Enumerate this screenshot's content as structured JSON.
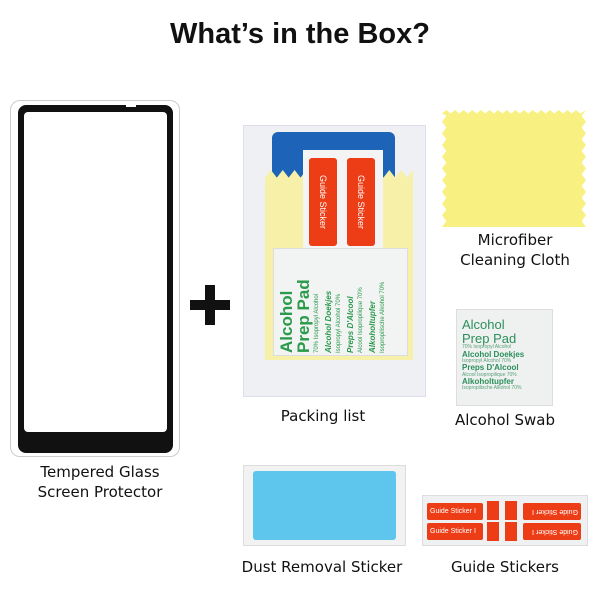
{
  "title": "What’s in the Box?",
  "items": {
    "screen_protector": {
      "label_line1": "Tempered Glass",
      "label_line2": "Screen Protector"
    },
    "packing_list": {
      "label": "Packing list",
      "guide_sticker_text": "Guide Sticker",
      "pad_lines": [
        "Alcohol",
        "Prep Pad",
        "70% Isopropyl Alcohol",
        "Alcohol Doekjes",
        "Isopropyl Alcohol 70%",
        "Preps D'Alcool",
        "Alcool Isopropilique 70%",
        "Alkoholtupfer",
        "Isopropilische Alkohol 70%"
      ]
    },
    "cloth": {
      "label_line1": "Microfiber",
      "label_line2": "Cleaning Cloth"
    },
    "alcohol_swab": {
      "label": "Alcohol Swab",
      "pad_lines": [
        "Alcohol",
        "Prep Pad",
        "70% Isopropyl Alcohol",
        "Alcohol Doekjes",
        "Isopropyl Alcohol 70%",
        "Preps D'Alcool",
        "Alcool Isopropilique 70%",
        "Alkoholtupfer",
        "Isopropilische Alkohol 70%"
      ]
    },
    "dust_sticker": {
      "label": "Dust Removal Sticker"
    },
    "guide_stickers": {
      "label": "Guide Stickers",
      "sticker_text": "Guide Sticker I"
    }
  }
}
